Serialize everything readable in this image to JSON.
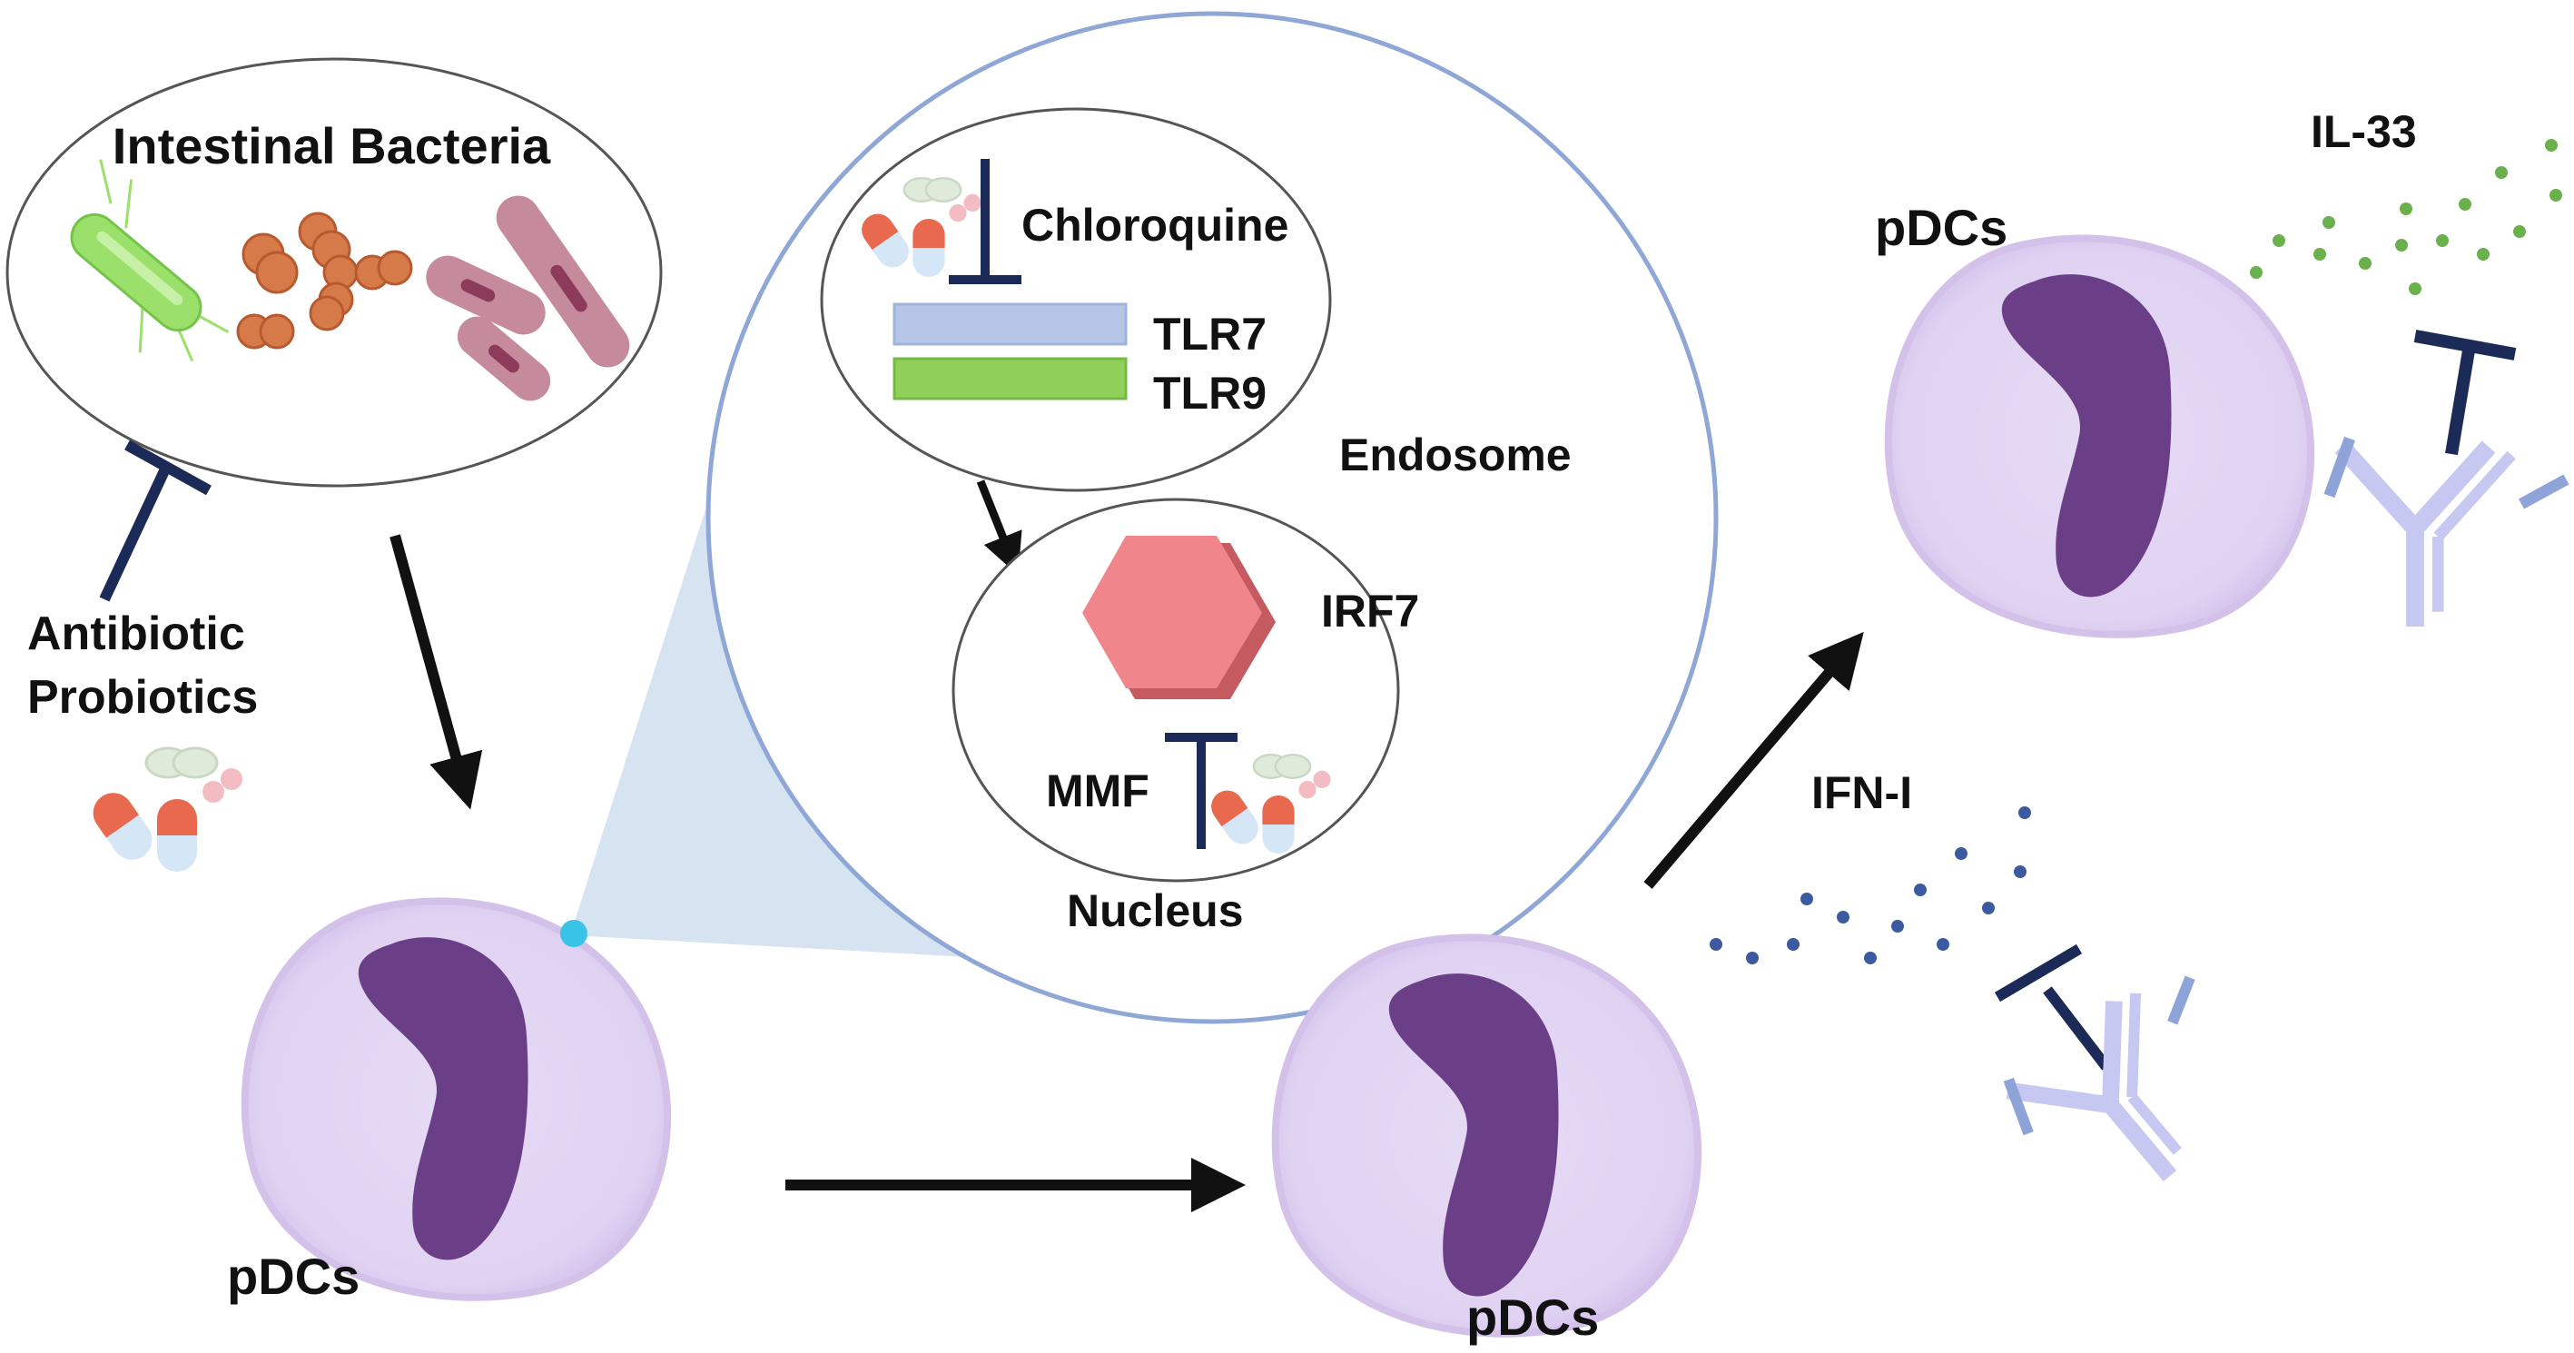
{
  "labels": {
    "intestinal_bacteria": "Intestinal Bacteria",
    "antibiotic": "Antibiotic",
    "probiotics": "Probiotics",
    "chloroquine": "Chloroquine",
    "tlr7": "TLR7",
    "tlr9": "TLR9",
    "endosome": "Endosome",
    "irf7": "IRF7",
    "mmf": "MMF",
    "nucleus": "Nucleus",
    "pdcs_left": "pDCs",
    "pdcs_middle": "pDCs",
    "pdcs_top_right": "pDCs",
    "ifn_i": "IFN-I",
    "il_33": "IL-33"
  },
  "colors": {
    "cell_body": "#e3d6f3",
    "cell_halo": "#d7c6ee",
    "nucleus_fill": "#6b3f87",
    "inhibitor": "#1b2a57",
    "arrow": "#111111",
    "outline": "#555555",
    "zoom_circle": "#8fa7d6",
    "zoom_cone": "#c8dbee",
    "zoom_point": "#39c3e6",
    "tlr7_bar": "#b5c6e6",
    "tlr9_bar": "#8fcf5a",
    "irf7_hex": "#f0868c",
    "ifn_dots": "#3c5aa0",
    "il33_dots": "#6ab04c",
    "antibody_light": "#c7c8f2",
    "antibody_dark": "#8ea3d8",
    "capsule_red": "#e8694e",
    "capsule_blue": "#d5e6f6",
    "pill_green": "#dfeadb",
    "pill_pink": "#f3bcc2",
    "bacterium_green": "#9be06a",
    "bacterium_orange": "#d67a4a",
    "bacterium_rod": "#c58a9c"
  },
  "icons": [
    "bacteria-icon",
    "pill-capsule-icon",
    "antibody-icon",
    "inhibition-t-bar-icon",
    "activation-arrow-icon",
    "hexagon-icon"
  ]
}
